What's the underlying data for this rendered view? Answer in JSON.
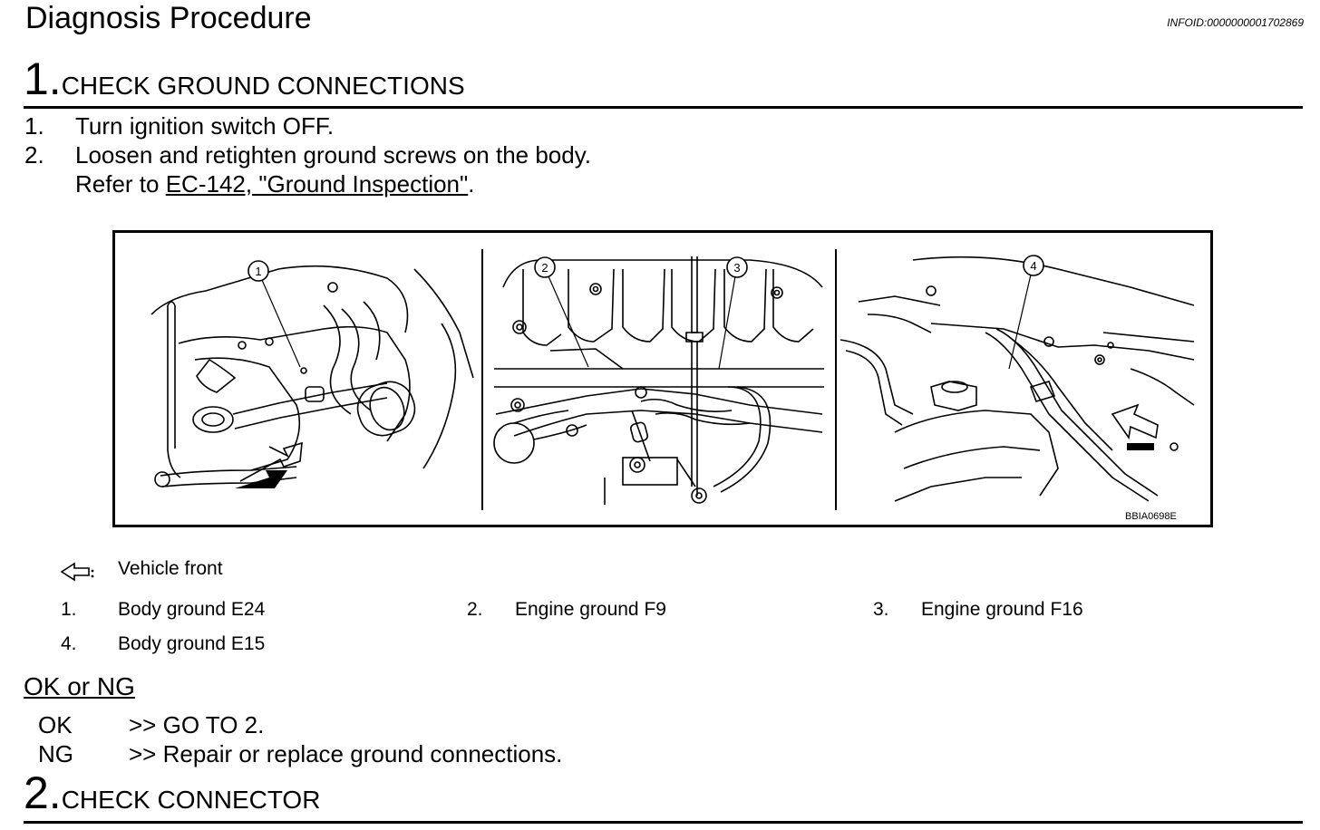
{
  "header": {
    "title": "Diagnosis Procedure",
    "info_id": "INFOID:0000000001702869"
  },
  "step1": {
    "number": "1.",
    "title": "CHECK GROUND CONNECTIONS",
    "items": [
      {
        "num": "1.",
        "text": "Turn ignition switch OFF."
      },
      {
        "num": "2.",
        "text": "Loosen and retighten ground screws on the body."
      }
    ],
    "refer_prefix": "Refer to ",
    "refer_link": "EC-142, \"Ground Inspection\"",
    "refer_suffix": "."
  },
  "figure": {
    "code": "BBIA0698E",
    "callouts": [
      "1",
      "2",
      "3",
      "4"
    ]
  },
  "legend": {
    "front_label": "Vehicle front",
    "items": [
      {
        "num": "1.",
        "text": "Body ground E24"
      },
      {
        "num": "2.",
        "text": "Engine ground F9"
      },
      {
        "num": "3.",
        "text": "Engine ground F16"
      },
      {
        "num": "4.",
        "text": "Body ground E15"
      }
    ]
  },
  "ok_ng": {
    "heading": "OK or NG",
    "rows": [
      {
        "code": "OK",
        "text": ">> GO TO 2."
      },
      {
        "code": "NG",
        "text": ">> Repair or replace ground connections."
      }
    ]
  },
  "step2": {
    "number": "2.",
    "title": "CHECK CONNECTOR"
  }
}
